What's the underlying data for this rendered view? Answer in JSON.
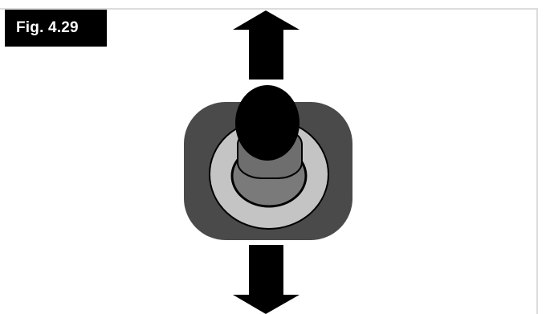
{
  "figure": {
    "label": "Fig. 4.29"
  },
  "diagram": {
    "subject": "joystick-control",
    "motion": "forward-backward",
    "colors": {
      "arrow": "#000000",
      "outer_housing": "#4a4a4a",
      "inner_ring": "#c4c4c4",
      "stick_shaft": "#6e6e6e",
      "stick_base": "#7a7a7a",
      "knob": "#000000",
      "frame_border": "#dcdcdc"
    }
  }
}
